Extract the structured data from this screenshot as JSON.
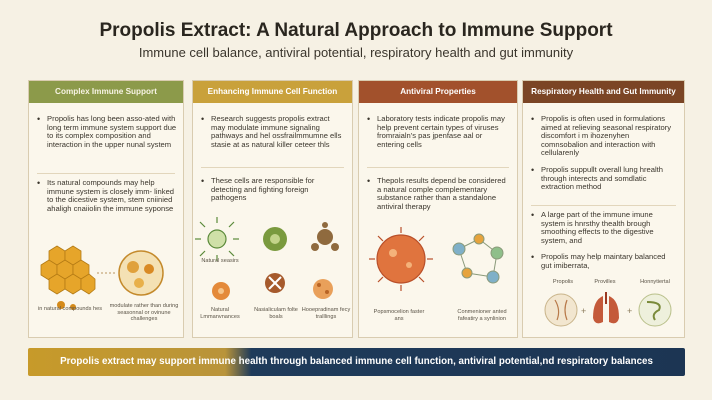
{
  "header": {
    "title": "Propolis Extract: A Natural Approach to Immune Support",
    "subtitle": "Immune cell balance, antiviral potential, respiratory health and gut immunity"
  },
  "panels": [
    {
      "heading": "Complex Immune Support",
      "color": "#8c9a4a",
      "bullets": [
        "Propolis has long been asso-ated with long term immune system support due to its complex composition and interaction in the upper nunal system",
        "Its natural compounds may help immune system is closely imm- linked to the dicestive system, stem cniinied ahaligh cnaiiolin the immune syponse"
      ],
      "captions": [
        "in natural compounds hes",
        "modulate rather than during seasonnal or ovinune challenges"
      ]
    },
    {
      "heading": "Enhancing Immune Cell Function",
      "color": "#c9a13b",
      "bullets": [
        "Research suggests propolis extract may modulate immune signaling pathways and hel ossfrailmmumne ells stasie at as natural killer ceteer thls",
        "These cells are responsible for detecting and fighting foreign pathogens"
      ],
      "captions": [
        "Natural seasirs",
        "Natural Lmmanvnances",
        "Nasialiculam folte boals",
        "Hooepradinam fecy tralllings"
      ]
    },
    {
      "heading": "Antiviral Properties",
      "color": "#a2512c",
      "bullets": [
        "Laboratory tests indicate propolis may help prevent certain types of viruses fromraialn's pas jpenfase aal or entering cells",
        "Thepols results depend be considered a natural comple complementary substance rather than a standalone antiviral therapy"
      ],
      "captions": [
        "Popsmocelion faster ans",
        "Conmenioner anted fafeatiry a synlinion"
      ]
    },
    {
      "heading": "Respiratory Health and Gut Immunity",
      "color": "#7b4525",
      "bullets": [
        "Propolis is often used in formulations aimed at relieving seasonal respiratory discomfort i m ihozenyhen comnsobalion and interaction with cellularenly",
        "Propolis suppullt overall lung hrealth through interects and somdlatic extraction method",
        "A large part of the immune imune system is hnrsthy thealth brough smoothing effects to the digestive system, and",
        "Propolis may help maintary balanced gut imiberrata,"
      ],
      "captions": [
        "Propolis",
        "Provilles",
        "Honnytiertal"
      ]
    }
  ],
  "footer": {
    "text": "Propolis extract may support immune health through balanced immune cell function, antiviral potential,nd respiratory balances"
  }
}
